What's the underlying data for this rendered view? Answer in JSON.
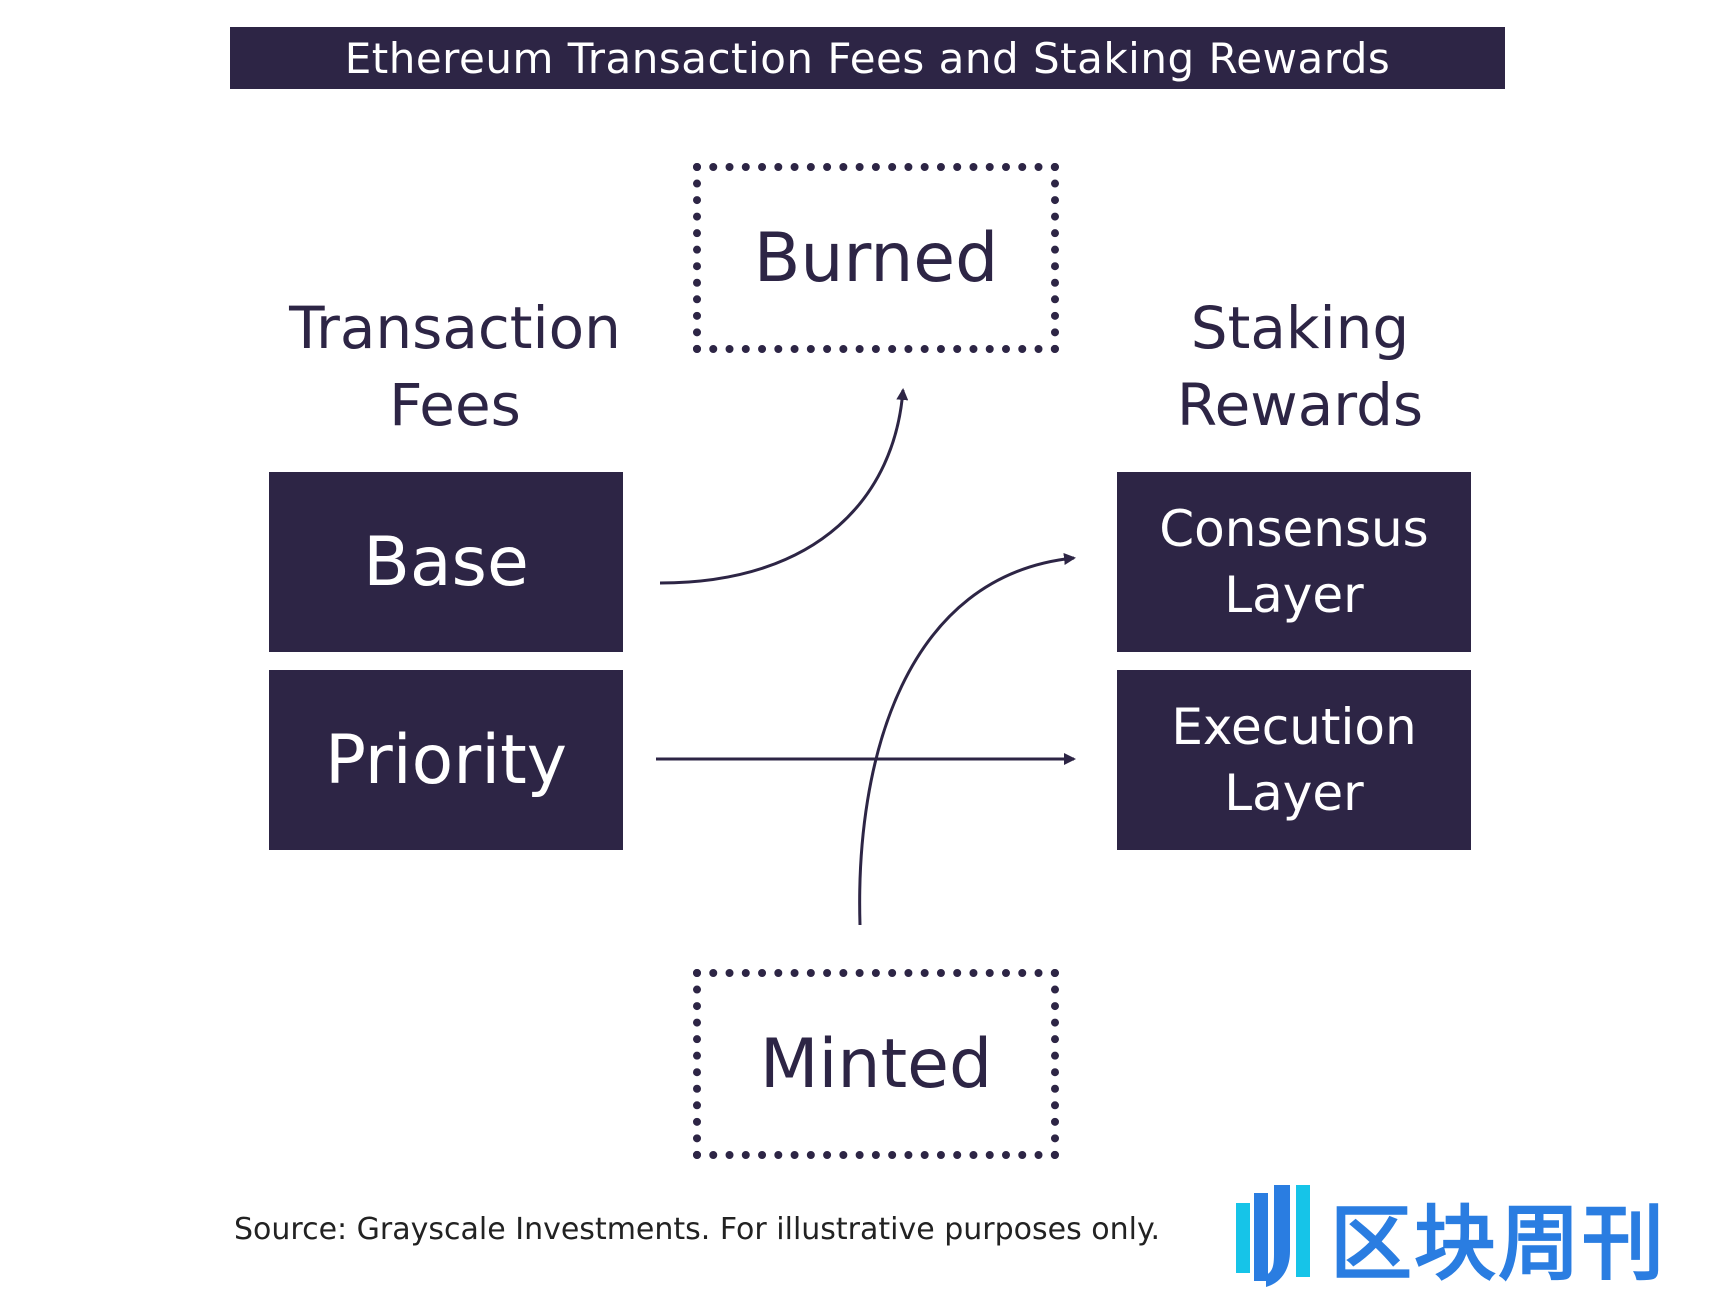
{
  "title": "Ethereum Transaction Fees and Staking Rewards",
  "left_heading": {
    "line1": "Transaction",
    "line2": "Fees"
  },
  "right_heading": {
    "line1": "Staking",
    "line2": "Rewards"
  },
  "boxes": {
    "base": "Base",
    "priority": "Priority",
    "consensus": {
      "line1": "Consensus",
      "line2": "Layer"
    },
    "execution": {
      "line1": "Execution",
      "line2": "Layer"
    },
    "burned": "Burned",
    "minted": "Minted"
  },
  "source": "Source: Grayscale Investments. For illustrative purposes only.",
  "watermark": {
    "text": "区块周刊",
    "icon": "logo-mark-icon"
  },
  "colors": {
    "primary": "#2d2545",
    "watermark": "#2a7de1"
  }
}
